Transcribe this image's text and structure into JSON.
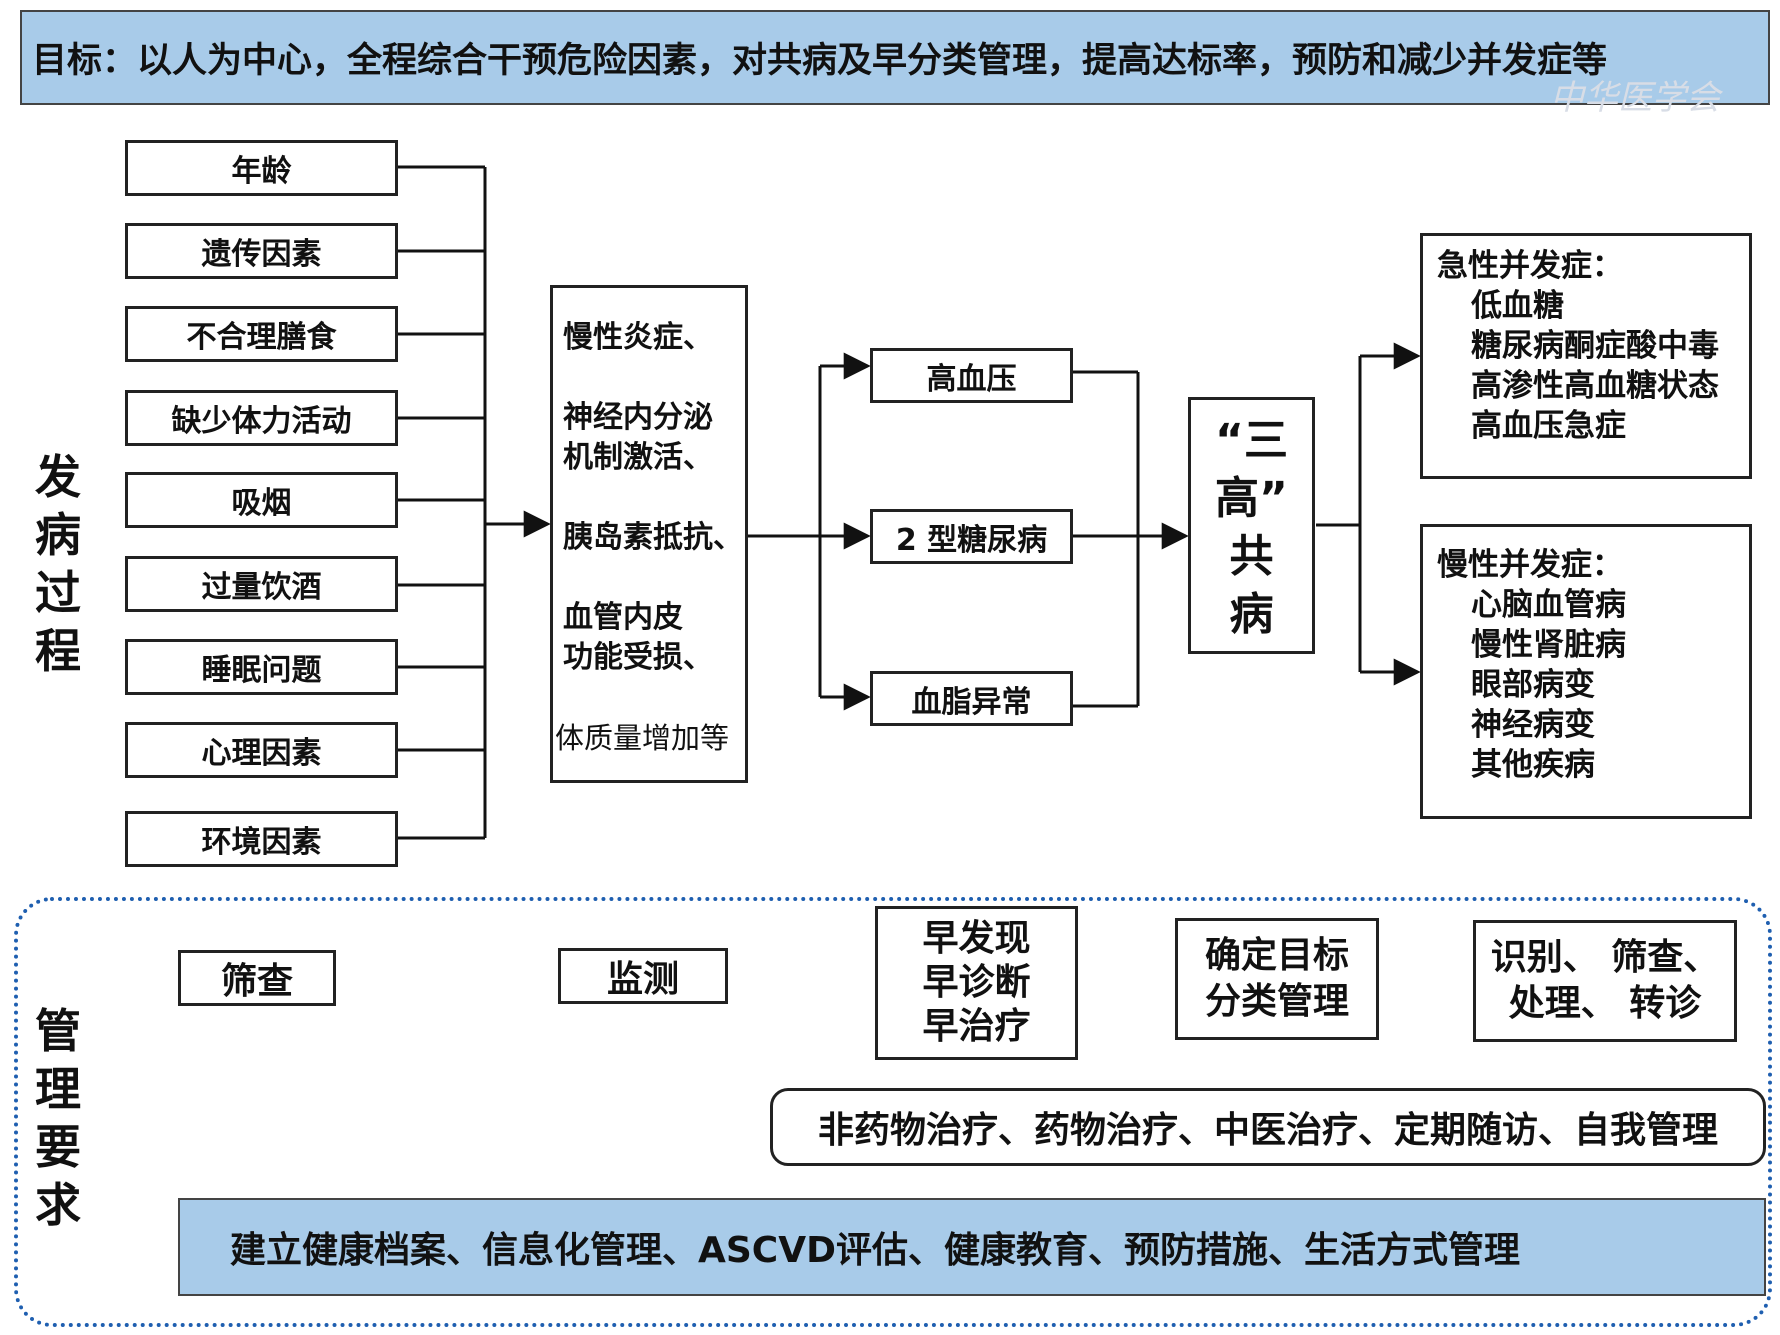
{
  "goal_text": "目标：以人为中心，全程综合干预危险因素，对共病及早分类管理，提高达标率，预防和减少并发症等",
  "watermark": "中华医学会",
  "section_process": [
    "发",
    "病",
    "过",
    "程"
  ],
  "section_management": [
    "管",
    "理",
    "要",
    "求"
  ],
  "risk_factors": [
    "年龄",
    "遗传因素",
    "不合理膳食",
    "缺少体力活动",
    "吸烟",
    "过量饮酒",
    "睡眠问题",
    "心理因素",
    "环境因素"
  ],
  "mechanisms": [
    "慢性炎症、",
    "神经内分泌",
    "机制激活、",
    "胰岛素抵抗、",
    "血管内皮",
    "功能受损、",
    "体质量增加等"
  ],
  "diseases": [
    "高血压",
    "2 型糖尿病",
    "血脂异常"
  ],
  "comorbidity": [
    "“三",
    "高”",
    "共",
    "病"
  ],
  "acute": {
    "title": "急性并发症：",
    "items": [
      "低血糖",
      "糖尿病酮症酸中毒",
      "高渗性高血糖状态",
      "高血压急症"
    ]
  },
  "chronic": {
    "title": "慢性并发症：",
    "items": [
      "心脑血管病",
      "慢性肾脏病",
      "眼部病变",
      "神经病变",
      "其他疾病"
    ]
  },
  "management": {
    "screening": "筛查",
    "monitoring": "监测",
    "early": [
      "早发现",
      "早诊断",
      "早治疗"
    ],
    "target": [
      "确定目标",
      "分类管理"
    ],
    "identify": [
      "识别、 筛查、",
      "处理、 转诊"
    ],
    "treatment": "非药物治疗、药物治疗、中医治疗、定期随访、自我管理",
    "foundation": "建立健康档案、信息化管理、ASCVD评估、健康教育、预防措施、生活方式管理"
  },
  "colors": {
    "header_fill": "#a8cbe9",
    "dotted_border": "#1f5fb0",
    "line": "#111111"
  }
}
